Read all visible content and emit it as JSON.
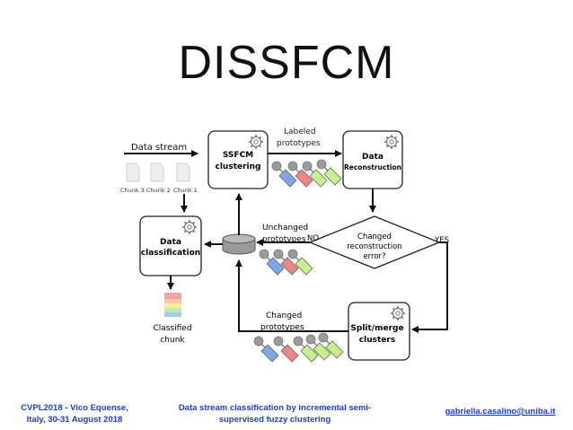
{
  "title": "DISSFCM",
  "diagram": {
    "data_stream": "Data stream",
    "chunks": [
      "Chunk 3",
      "Chunk 2",
      "Chunk 1"
    ],
    "ssfcm_line1": "SSFCM",
    "ssfcm_line2": "clustering",
    "labeled_line1": "Labeled",
    "labeled_line2": "prototypes",
    "recon_line1": "Data",
    "recon_line2": "Reconstruction",
    "decision_line1": "Changed",
    "decision_line2": "reconstruction",
    "decision_line3": "error?",
    "no": "NO",
    "yes": "YES",
    "unchanged_line1": "Unchanged",
    "unchanged_line2": "prototypes",
    "classif_line1": "Data",
    "classif_line2": "classification",
    "classified_line1": "Classified",
    "classified_line2": "chunk",
    "changed_line1": "Changed",
    "changed_line2": "prototypes",
    "split_line1": "Split/merge",
    "split_line2": "clusters"
  },
  "footer": {
    "left_line1": "CVPL2018 - Vico Equense,",
    "left_line2": "Italy, 30-31 August 2018",
    "mid_line1": "Data stream classification by incremental semi-",
    "mid_line2": "supervised fuzzy clustering",
    "email": "gabriella.casalino@uniba.it"
  },
  "colors": {
    "blue_tag": "#7ea6e8",
    "red_tag": "#ef8585",
    "green_tag": "#c6f08a",
    "footer_text": "#1a3fd6",
    "stack": [
      "#f4a3a3",
      "#f7c9a0",
      "#f6ee9c",
      "#b9ecb0",
      "#a8c8f0"
    ]
  }
}
